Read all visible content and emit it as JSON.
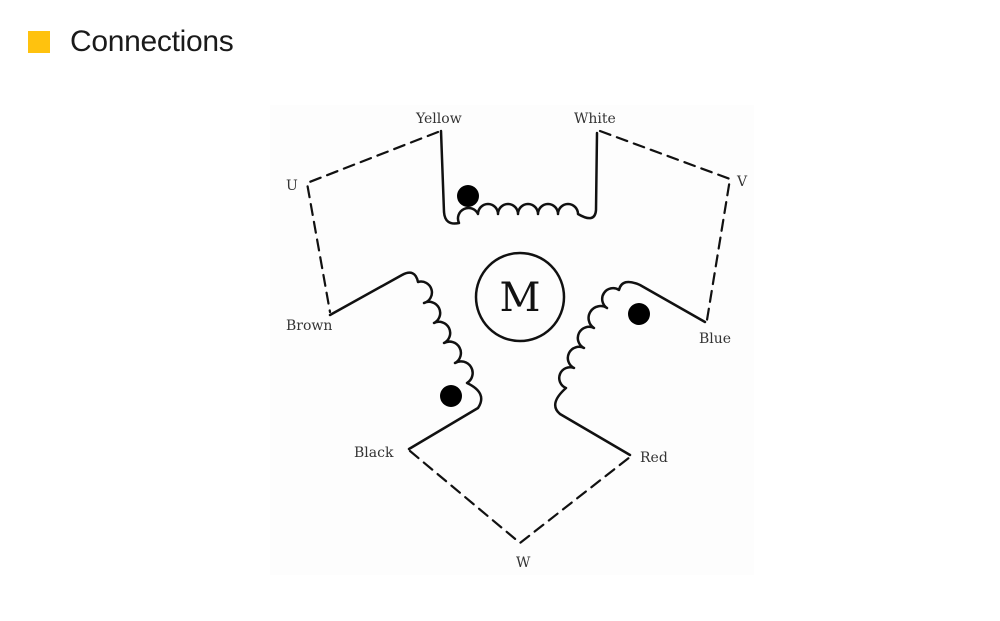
{
  "header": {
    "title": "Connections",
    "marker_color": "#FFC20E"
  },
  "diagram": {
    "motor_label": "M",
    "phase_labels": {
      "u": "U",
      "v": "V",
      "w": "W"
    },
    "wire_labels": {
      "yellow": "Yellow",
      "white": "White",
      "brown": "Brown",
      "blue": "Blue",
      "black": "Black",
      "red": "Red"
    },
    "line_color": "#111111"
  }
}
